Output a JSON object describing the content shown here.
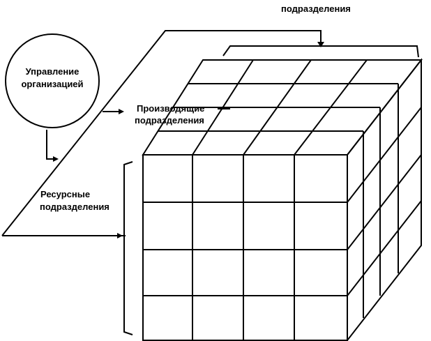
{
  "labels": {
    "top_right": "подразделения",
    "management_line1": "Управление",
    "management_line2": "организацией",
    "producing_line1": "Производящие",
    "producing_line2": "подразделения",
    "resource_line1": "Ресурсные",
    "resource_line2": "подразделения"
  },
  "colors": {
    "ink": "#000000",
    "background": "#ffffff"
  }
}
